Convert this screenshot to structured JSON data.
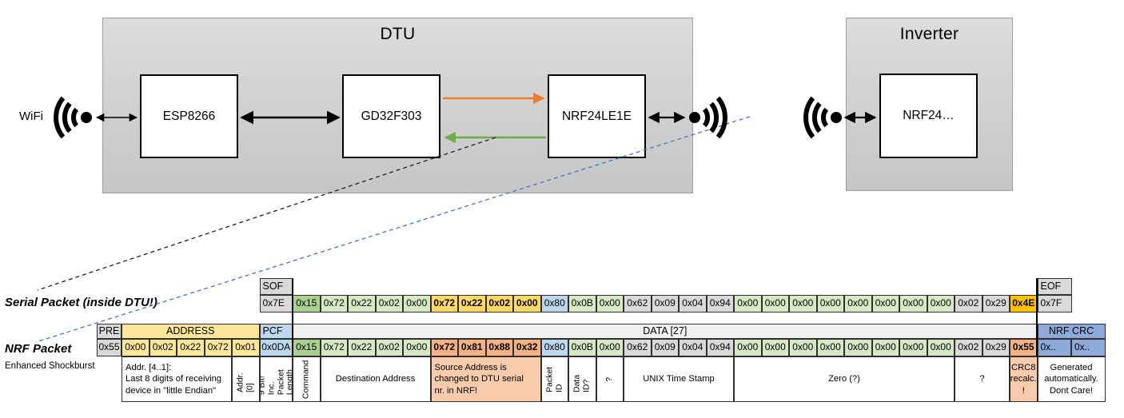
{
  "palette": {
    "gray": "#d9d9d9",
    "header_light": "#f0f0f0",
    "green_dark": "#a9d08e",
    "green": "#d6e8c4",
    "gold": "#ffd966",
    "orange": "#ffc000",
    "blue_light": "#bdd7ee",
    "blue": "#8eaadb",
    "yellow": "#ffe699",
    "salmon": "#f4b183",
    "salmon_light": "#f8cbad",
    "arrow_orange": "#ed7d31",
    "arrow_green": "#70ad47",
    "dash_blue": "#4472c4"
  },
  "diagram": {
    "wifi_label": "WiFi",
    "dtu": {
      "title": "DTU",
      "chips": [
        "ESP8266",
        "GD32F303",
        "NRF24LE1E"
      ]
    },
    "inverter": {
      "title": "Inverter",
      "chips": [
        "NRF24…"
      ]
    }
  },
  "serial_packet": {
    "label": "Serial Packet (inside DTU!)",
    "sof_header": "SOF",
    "sof_value": "0x7E",
    "eof_header": "EOF",
    "eof_value": "0x7F",
    "bytes": [
      {
        "v": "0x15",
        "c": "green_dark"
      },
      {
        "v": "0x72",
        "c": "green"
      },
      {
        "v": "0x22",
        "c": "green"
      },
      {
        "v": "0x02",
        "c": "green"
      },
      {
        "v": "0x00",
        "c": "green"
      },
      {
        "v": "0x72",
        "c": "gold",
        "b": true
      },
      {
        "v": "0x22",
        "c": "gold",
        "b": true
      },
      {
        "v": "0x02",
        "c": "gold",
        "b": true
      },
      {
        "v": "0x00",
        "c": "gold",
        "b": true
      },
      {
        "v": "0x80",
        "c": "blue_light"
      },
      {
        "v": "0x0B",
        "c": "green"
      },
      {
        "v": "0x00",
        "c": "green"
      },
      {
        "v": "0x62",
        "c": "gray"
      },
      {
        "v": "0x09",
        "c": "gray"
      },
      {
        "v": "0x04",
        "c": "gray"
      },
      {
        "v": "0x94",
        "c": "gray"
      },
      {
        "v": "0x00",
        "c": "green"
      },
      {
        "v": "0x00",
        "c": "green"
      },
      {
        "v": "0x00",
        "c": "green"
      },
      {
        "v": "0x00",
        "c": "green"
      },
      {
        "v": "0x00",
        "c": "green"
      },
      {
        "v": "0x00",
        "c": "green"
      },
      {
        "v": "0x00",
        "c": "green"
      },
      {
        "v": "0x00",
        "c": "green"
      },
      {
        "v": "0x02",
        "c": "gray"
      },
      {
        "v": "0x29",
        "c": "gray"
      },
      {
        "v": "0x4E",
        "c": "orange",
        "b": true
      }
    ]
  },
  "nrf_packet": {
    "label": "NRF Packet",
    "sublabel": "Enhanced Shockburst",
    "pre_header": "PRE",
    "pre_value": "0x55",
    "address_header": "ADDRESS",
    "address_values": [
      "0x00",
      "0x02",
      "0x22",
      "0x72",
      "0x01"
    ],
    "pcf_header": "PCF",
    "pcf_value": "0x0DA",
    "data_header": "DATA [27]",
    "bytes": [
      {
        "v": "0x15",
        "c": "green_dark"
      },
      {
        "v": "0x72",
        "c": "green"
      },
      {
        "v": "0x22",
        "c": "green"
      },
      {
        "v": "0x02",
        "c": "green"
      },
      {
        "v": "0x00",
        "c": "green"
      },
      {
        "v": "0x72",
        "c": "salmon",
        "b": true
      },
      {
        "v": "0x81",
        "c": "salmon",
        "b": true
      },
      {
        "v": "0x88",
        "c": "salmon",
        "b": true
      },
      {
        "v": "0x32",
        "c": "salmon",
        "b": true
      },
      {
        "v": "0x80",
        "c": "blue_light"
      },
      {
        "v": "0x0B",
        "c": "green"
      },
      {
        "v": "0x00",
        "c": "green"
      },
      {
        "v": "0x62",
        "c": "gray"
      },
      {
        "v": "0x09",
        "c": "gray"
      },
      {
        "v": "0x04",
        "c": "gray"
      },
      {
        "v": "0x94",
        "c": "gray"
      },
      {
        "v": "0x00",
        "c": "green"
      },
      {
        "v": "0x00",
        "c": "green"
      },
      {
        "v": "0x00",
        "c": "green"
      },
      {
        "v": "0x00",
        "c": "green"
      },
      {
        "v": "0x00",
        "c": "green"
      },
      {
        "v": "0x00",
        "c": "green"
      },
      {
        "v": "0x00",
        "c": "green"
      },
      {
        "v": "0x00",
        "c": "green"
      },
      {
        "v": "0x02",
        "c": "gray"
      },
      {
        "v": "0x29",
        "c": "gray"
      },
      {
        "v": "0x55",
        "c": "salmon",
        "b": true
      }
    ],
    "crc_header": "NRF CRC",
    "crc_values": [
      "0x..",
      "0x.."
    ]
  },
  "annotations": [
    {
      "id": "addr-desc",
      "region": "addr",
      "start": 0,
      "span": 4,
      "align": "left",
      "text": "Addr. [4..1]:\nLast 8 digits of receiving\ndevice in \"little Endian\""
    },
    {
      "id": "addr-0",
      "region": "addr",
      "start": 4,
      "span": 1,
      "vertical": true,
      "text": "Addr.[0]"
    },
    {
      "id": "pcf-note",
      "region": "pcf",
      "start": 0,
      "span": 1,
      "vertical": true,
      "text": "9 Bit!\nInc. Packet\nLength"
    },
    {
      "id": "command",
      "region": "data",
      "start": 0,
      "span": 1,
      "vertical": true,
      "text": "Command"
    },
    {
      "id": "dest-address",
      "region": "data",
      "start": 1,
      "span": 4,
      "text": "Destination Address"
    },
    {
      "id": "src-address",
      "region": "data",
      "start": 5,
      "span": 4,
      "align": "left",
      "bg": "salmon_light",
      "text": "Source Address is\nchanged to DTU serial\nnr. in NRF!"
    },
    {
      "id": "packet-id",
      "region": "data",
      "start": 9,
      "span": 1,
      "vertical": true,
      "text": "Packet ID"
    },
    {
      "id": "data-id",
      "region": "data",
      "start": 10,
      "span": 1,
      "vertical": true,
      "text": "Data ID?"
    },
    {
      "id": "unknown-1",
      "region": "data",
      "start": 11,
      "span": 1,
      "vertical": true,
      "align": "center",
      "text": "?"
    },
    {
      "id": "unix-time",
      "region": "data",
      "start": 12,
      "span": 4,
      "text": "UNIX Time Stamp"
    },
    {
      "id": "zero",
      "region": "data",
      "start": 16,
      "span": 8,
      "text": "Zero (?)"
    },
    {
      "id": "unknown-2",
      "region": "data",
      "start": 24,
      "span": 2,
      "text": "?"
    },
    {
      "id": "crc8",
      "region": "data",
      "start": 26,
      "span": 1,
      "bg": "salmon_light",
      "text": "CRC8\nrecalc.\n!"
    },
    {
      "id": "crc-generated",
      "region": "crc",
      "start": 0,
      "span": 2,
      "text": "Generated\nautomatically.\nDont Care!"
    }
  ]
}
